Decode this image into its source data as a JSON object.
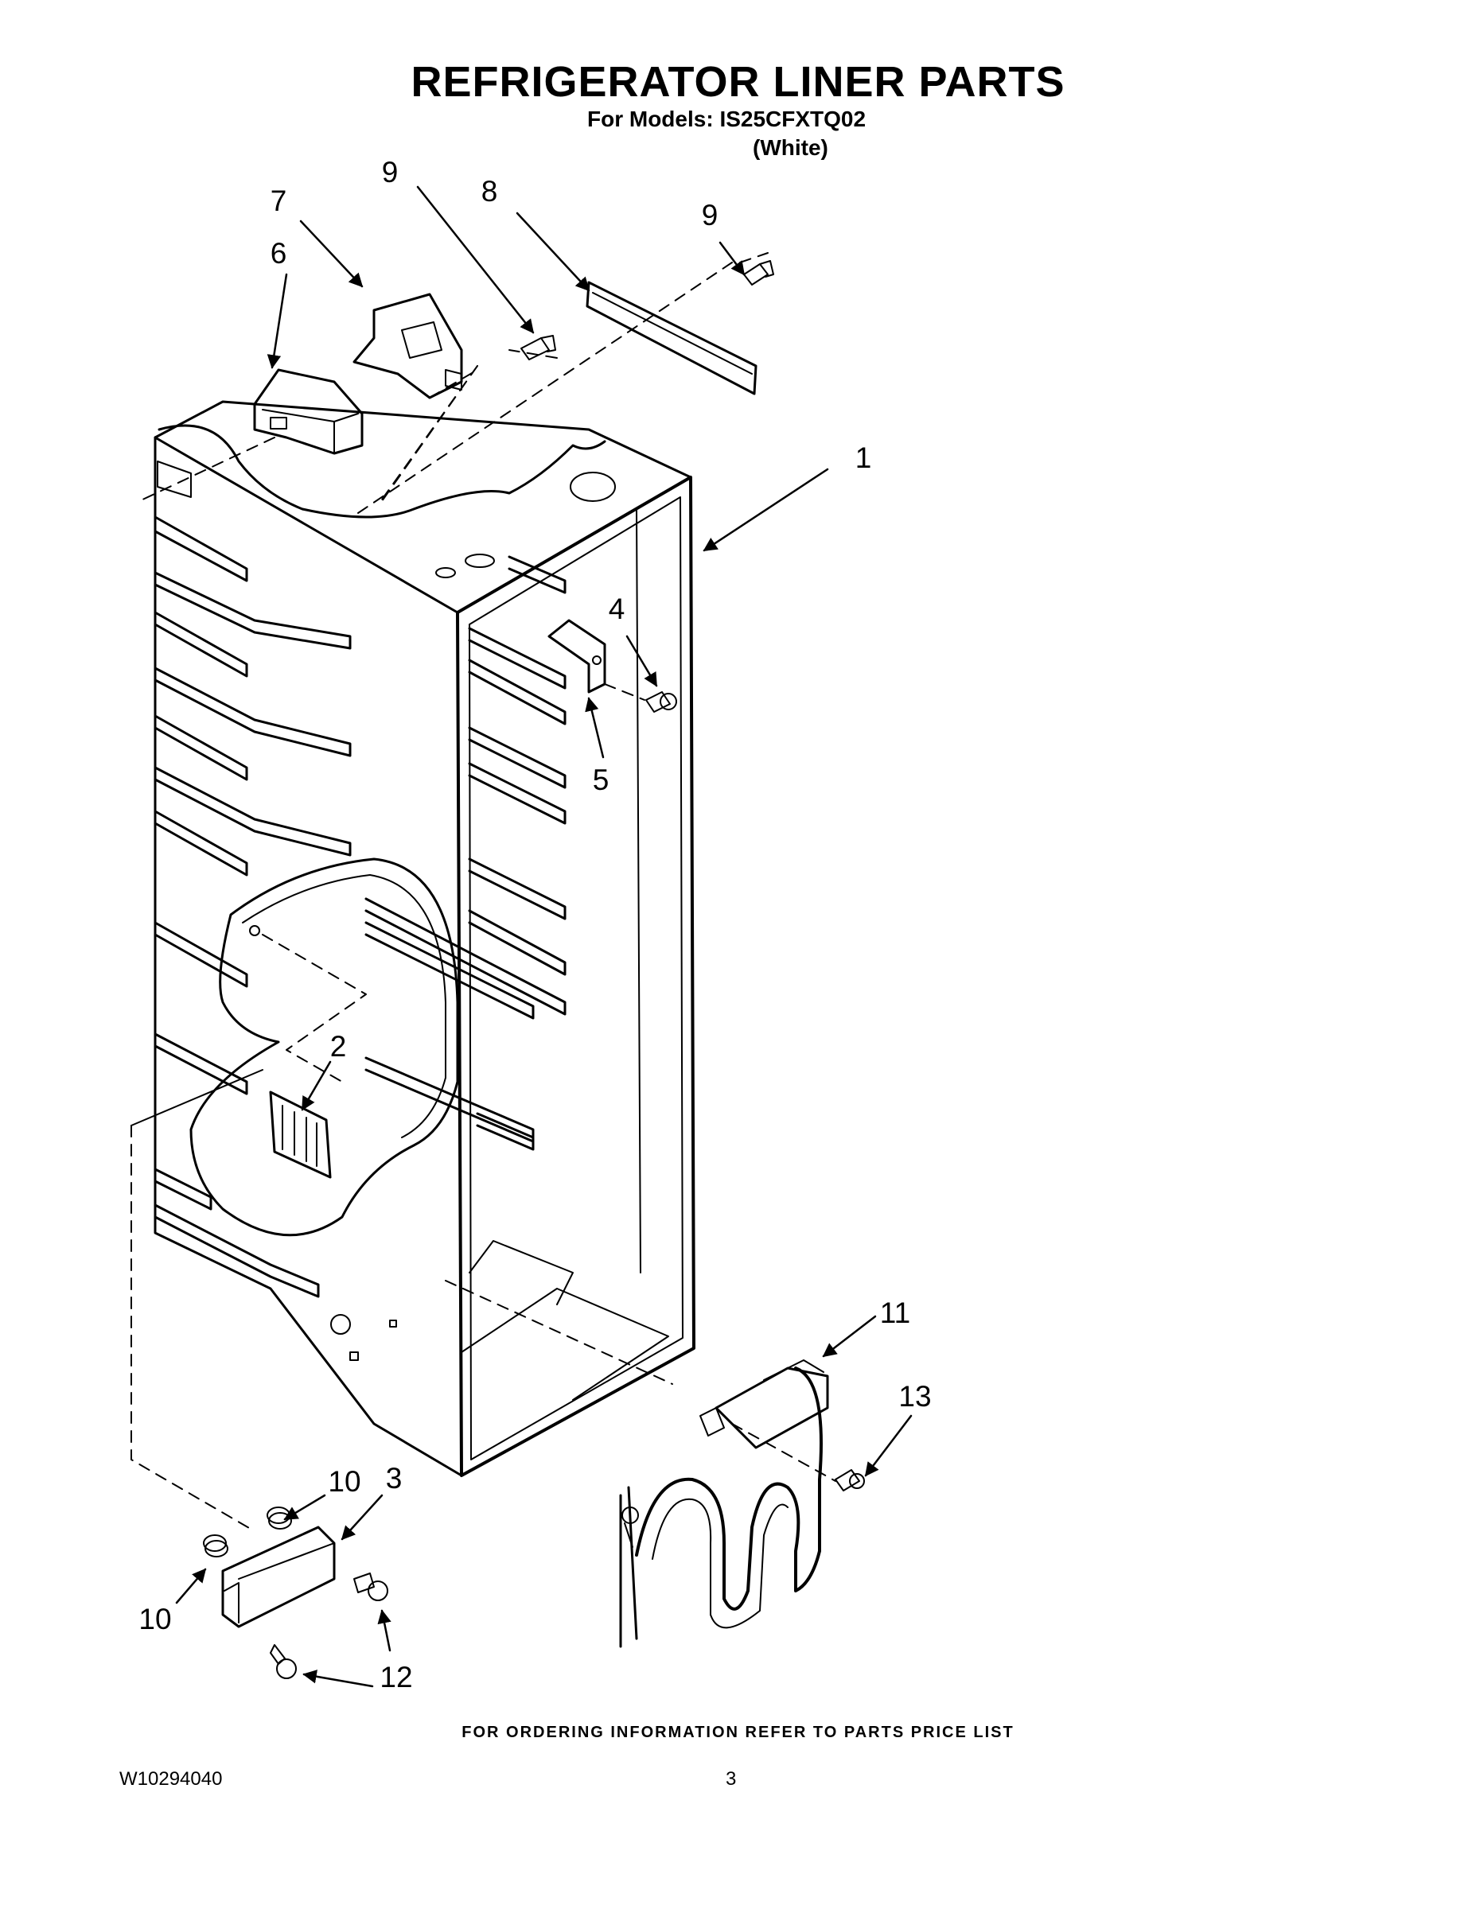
{
  "header": {
    "title": "REFRIGERATOR LINER PARTS",
    "models_line": "For Models: IS25CFXTQ02",
    "variant": "(White)"
  },
  "callouts": [
    {
      "id": "c9a",
      "label": "9"
    },
    {
      "id": "c8",
      "label": "8"
    },
    {
      "id": "c9b",
      "label": "9"
    },
    {
      "id": "c7",
      "label": "7"
    },
    {
      "id": "c6",
      "label": "6"
    },
    {
      "id": "c1",
      "label": "1"
    },
    {
      "id": "c4",
      "label": "4"
    },
    {
      "id": "c5",
      "label": "5"
    },
    {
      "id": "c2",
      "label": "2"
    },
    {
      "id": "c11",
      "label": "11"
    },
    {
      "id": "c13",
      "label": "13"
    },
    {
      "id": "c10a",
      "label": "10"
    },
    {
      "id": "c3",
      "label": "3"
    },
    {
      "id": "c10b",
      "label": "10"
    },
    {
      "id": "c12",
      "label": "12"
    }
  ],
  "footer": {
    "ordering_note": "FOR ORDERING INFORMATION REFER TO PARTS PRICE LIST",
    "doc_number": "W10294040",
    "page_number": "3"
  }
}
